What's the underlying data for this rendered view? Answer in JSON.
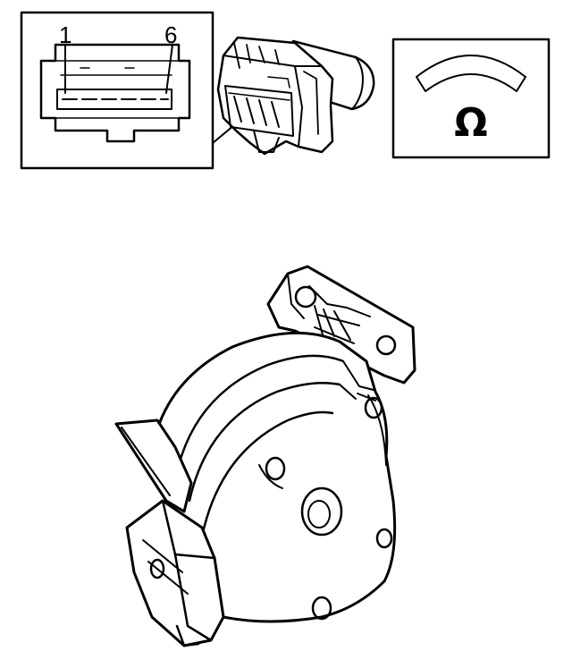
{
  "connector_inset": {
    "pin_first_label": "1",
    "pin_last_label": "6"
  },
  "meter_symbol": {
    "unit": "Ω"
  }
}
